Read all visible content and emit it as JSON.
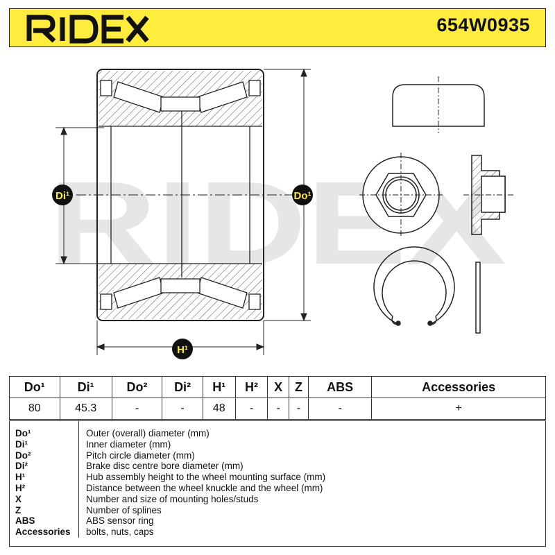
{
  "header": {
    "brand": "RIDEX",
    "part_number": "654W0935",
    "brand_color": "#111111",
    "background_color": "#ffec3d"
  },
  "drawing": {
    "watermark": "RIDEX",
    "badges": {
      "di": "Di¹",
      "do": "Do¹",
      "h": "H¹"
    }
  },
  "spec_table": {
    "headers": [
      "Do¹",
      "Di¹",
      "Do²",
      "Di²",
      "H¹",
      "H²",
      "X",
      "Z",
      "ABS",
      "Accessories"
    ],
    "values": [
      "80",
      "45.3",
      "-",
      "-",
      "48",
      "-",
      "-",
      "-",
      "-",
      "+"
    ]
  },
  "legend": [
    {
      "key": "Do¹",
      "desc": "Outer (overall) diameter (mm)"
    },
    {
      "key": "Di¹",
      "desc": "Inner diameter (mm)"
    },
    {
      "key": "Do²",
      "desc": "Pitch circle diameter (mm)"
    },
    {
      "key": "Di²",
      "desc": "Brake disc centre bore diameter (mm)"
    },
    {
      "key": "H¹",
      "desc": "Hub assembly height to the wheel mounting surface (mm)"
    },
    {
      "key": "H²",
      "desc": "Distance between the wheel knuckle and the wheel (mm)"
    },
    {
      "key": "X",
      "desc": "Number and size of mounting holes/studs"
    },
    {
      "key": "Z",
      "desc": "Number of splines"
    },
    {
      "key": "ABS",
      "desc": "ABS sensor ring"
    },
    {
      "key": "Accessories",
      "desc": "bolts, nuts, caps"
    }
  ]
}
